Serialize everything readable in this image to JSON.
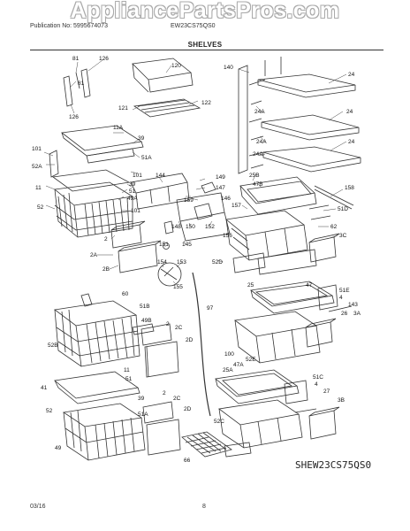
{
  "watermark": "AppliancePartsPros.com",
  "header": {
    "publication": "Publication No: 5995674073",
    "model": "EW23CS75QS0",
    "section": "SHELVES"
  },
  "callouts": [
    {
      "id": "c81a",
      "text": "81"
    },
    {
      "id": "c126a",
      "text": "126"
    },
    {
      "id": "c120",
      "text": "120"
    },
    {
      "id": "c140",
      "text": "140"
    },
    {
      "id": "c81b",
      "text": "81"
    },
    {
      "id": "c24a",
      "text": "24"
    },
    {
      "id": "c126b",
      "text": "126"
    },
    {
      "id": "c121",
      "text": "121"
    },
    {
      "id": "c122",
      "text": "122"
    },
    {
      "id": "c24Aa",
      "text": "24A"
    },
    {
      "id": "c24b",
      "text": "24"
    },
    {
      "id": "c11A",
      "text": "11A"
    },
    {
      "id": "c39a",
      "text": "39"
    },
    {
      "id": "c101a",
      "text": "101"
    },
    {
      "id": "c51Aa",
      "text": "51A"
    },
    {
      "id": "c52A",
      "text": "52A"
    },
    {
      "id": "c24Ab",
      "text": "24A"
    },
    {
      "id": "c24c",
      "text": "24"
    },
    {
      "id": "c101b",
      "text": "101"
    },
    {
      "id": "c144",
      "text": "144"
    },
    {
      "id": "c149",
      "text": "149"
    },
    {
      "id": "c24Ac",
      "text": "24A"
    },
    {
      "id": "c11",
      "text": "11"
    },
    {
      "id": "c39b",
      "text": "39"
    },
    {
      "id": "c51a",
      "text": "51"
    },
    {
      "id": "c147",
      "text": "147"
    },
    {
      "id": "c25B",
      "text": "25B"
    },
    {
      "id": "c158",
      "text": "158"
    },
    {
      "id": "c49A",
      "text": "49A"
    },
    {
      "id": "c146",
      "text": "146"
    },
    {
      "id": "c52",
      "text": "52"
    },
    {
      "id": "c101c",
      "text": "101"
    },
    {
      "id": "c159",
      "text": "159"
    },
    {
      "id": "c47B",
      "text": "47B"
    },
    {
      "id": "c157",
      "text": "157"
    },
    {
      "id": "c51D",
      "text": "51D"
    },
    {
      "id": "c148",
      "text": "148"
    },
    {
      "id": "c150",
      "text": "150"
    },
    {
      "id": "c152",
      "text": "152"
    },
    {
      "id": "c62",
      "text": "62"
    },
    {
      "id": "c2a",
      "text": "2"
    },
    {
      "id": "c156",
      "text": "156"
    },
    {
      "id": "c3C",
      "text": "3C"
    },
    {
      "id": "c151",
      "text": "151"
    },
    {
      "id": "c145",
      "text": "145"
    },
    {
      "id": "c2A",
      "text": "2A"
    },
    {
      "id": "c154",
      "text": "154"
    },
    {
      "id": "c153",
      "text": "153"
    },
    {
      "id": "c52D",
      "text": "52D"
    },
    {
      "id": "c2B",
      "text": "2B"
    },
    {
      "id": "c155",
      "text": "155"
    },
    {
      "id": "c25",
      "text": "25"
    },
    {
      "id": "c47a",
      "text": "47"
    },
    {
      "id": "c51E",
      "text": "51E"
    },
    {
      "id": "c4a",
      "text": "4"
    },
    {
      "id": "c143",
      "text": "143"
    },
    {
      "id": "c60",
      "text": "60"
    },
    {
      "id": "c51B",
      "text": "51B"
    },
    {
      "id": "c97",
      "text": "97"
    },
    {
      "id": "c26",
      "text": "26"
    },
    {
      "id": "c3A",
      "text": "3A"
    },
    {
      "id": "c49B",
      "text": "49B"
    },
    {
      "id": "c2b",
      "text": "2"
    },
    {
      "id": "c2C",
      "text": "2C"
    },
    {
      "id": "c52B",
      "text": "52B"
    },
    {
      "id": "c2D",
      "text": "2D"
    },
    {
      "id": "c100",
      "text": "100"
    },
    {
      "id": "c52E",
      "text": "52E"
    },
    {
      "id": "c47A",
      "text": "47A"
    },
    {
      "id": "c25A",
      "text": "25A"
    },
    {
      "id": "c11b",
      "text": "11"
    },
    {
      "id": "c51b",
      "text": "51"
    },
    {
      "id": "c41",
      "text": "41"
    },
    {
      "id": "c51C",
      "text": "51C"
    },
    {
      "id": "c4b",
      "text": "4"
    },
    {
      "id": "c39c",
      "text": "39"
    },
    {
      "id": "c27",
      "text": "27"
    },
    {
      "id": "c52c",
      "text": "52"
    },
    {
      "id": "c2c",
      "text": "2"
    },
    {
      "id": "c2Cb",
      "text": "2C"
    },
    {
      "id": "c3B",
      "text": "3B"
    },
    {
      "id": "c52C",
      "text": "52C"
    },
    {
      "id": "c51Ab",
      "text": "51A"
    },
    {
      "id": "c2Db",
      "text": "2D"
    },
    {
      "id": "c49",
      "text": "49"
    },
    {
      "id": "c66",
      "text": "66"
    }
  ],
  "diagram_code": "SHEW23CS75QS0",
  "footer": {
    "date": "03/16",
    "page": "8"
  }
}
